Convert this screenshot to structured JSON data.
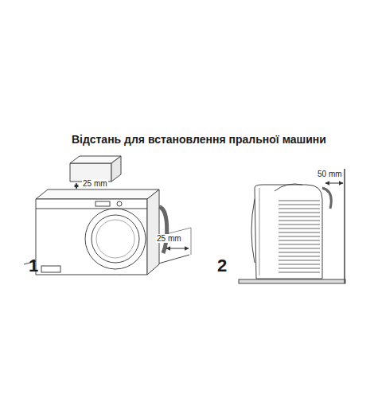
{
  "diagram": {
    "title": "Відстань для встановлення пральної машини",
    "labels": [
      "25 mm",
      "25 mm",
      "50 mm",
      "1",
      "2"
    ]
  }
}
